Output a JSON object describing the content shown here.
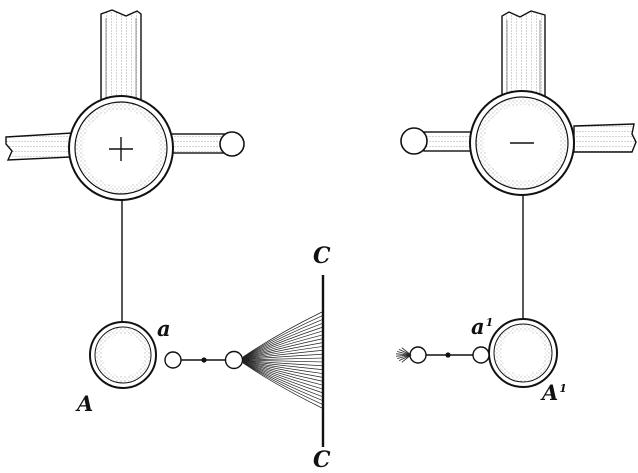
{
  "diagram": {
    "left_conductor": {
      "sign": "+"
    },
    "right_conductor": {
      "sign": "−"
    },
    "labels": {
      "left_sphere": "A",
      "left_ball": "a",
      "screen_top": "C",
      "screen_bottom": "C",
      "right_ball": "a",
      "right_ball_sup": "1",
      "right_sphere": "A",
      "right_sphere_sup": "1"
    },
    "colors": {
      "ink": "#111111",
      "paper": "#ffffff",
      "stipple": "#8a8a8a"
    }
  }
}
